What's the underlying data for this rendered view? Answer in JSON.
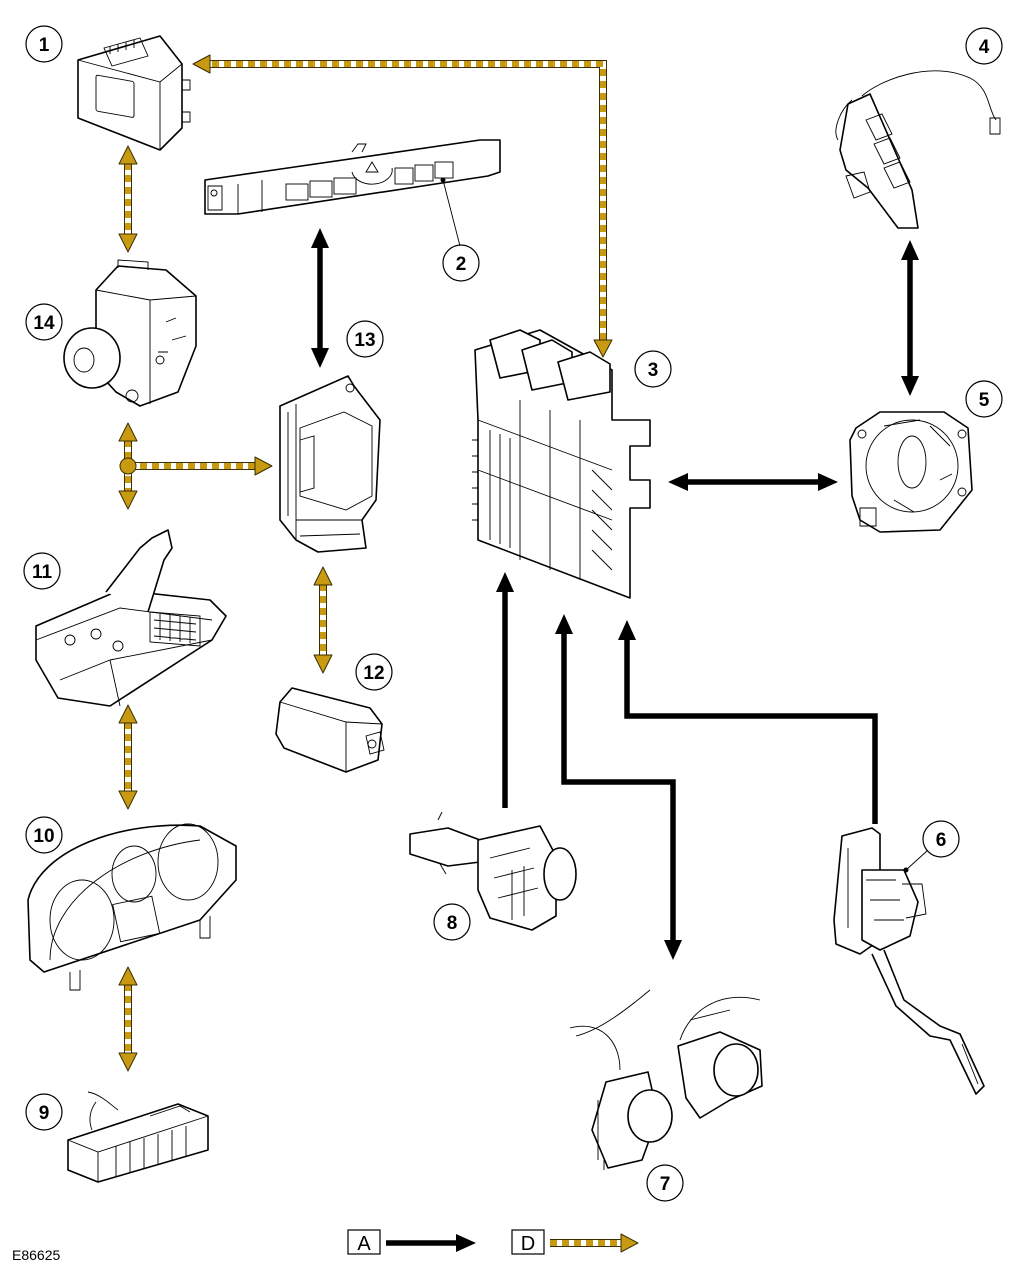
{
  "figure_id": "E86625",
  "colors": {
    "bus_a": "#000000",
    "bus_d": "#c89a12"
  },
  "legend": [
    {
      "key": "A",
      "style": "solid-black-arrow"
    },
    {
      "key": "D",
      "style": "dashed-gold-arrow"
    }
  ],
  "callouts": [
    {
      "number": "1",
      "component": "control-module-box"
    },
    {
      "number": "2",
      "component": "switch-pack-panel"
    },
    {
      "number": "3",
      "component": "engine-control-module"
    },
    {
      "number": "4",
      "component": "steering-wheel-switch-pack"
    },
    {
      "number": "5",
      "component": "clockspring"
    },
    {
      "number": "6",
      "component": "accelerator-pedal"
    },
    {
      "number": "7",
      "component": "throttle-bodies"
    },
    {
      "number": "8",
      "component": "brake-pedal-switch"
    },
    {
      "number": "9",
      "component": "diagnostic-connector"
    },
    {
      "number": "10",
      "component": "instrument-cluster"
    },
    {
      "number": "11",
      "component": "transmission-control-module"
    },
    {
      "number": "12",
      "component": "sensor-module"
    },
    {
      "number": "13",
      "component": "restraints-control-module"
    },
    {
      "number": "14",
      "component": "abs-module"
    }
  ],
  "connections": [
    {
      "from": "3",
      "to": "1",
      "bus": "D",
      "direction": "to-1"
    },
    {
      "from": "1",
      "to": "14",
      "bus": "D",
      "direction": "both"
    },
    {
      "from": "14",
      "to": "11",
      "bus": "D",
      "direction": "both",
      "junction": "13"
    },
    {
      "from": "11",
      "to": "10",
      "bus": "D",
      "direction": "both"
    },
    {
      "from": "10",
      "to": "9",
      "bus": "D",
      "direction": "both"
    },
    {
      "from": "13",
      "to": "12",
      "bus": "D",
      "direction": "both"
    },
    {
      "from": "2",
      "to": "13",
      "bus": "A",
      "direction": "both"
    },
    {
      "from": "4",
      "to": "5",
      "bus": "A",
      "direction": "both"
    },
    {
      "from": "3",
      "to": "5",
      "bus": "A",
      "direction": "both"
    },
    {
      "from": "8",
      "to": "3",
      "bus": "A",
      "direction": "to-3"
    },
    {
      "from": "3",
      "to": "7",
      "bus": "A",
      "direction": "to-7"
    },
    {
      "from": "6",
      "to": "3",
      "bus": "A",
      "direction": "to-3"
    }
  ]
}
